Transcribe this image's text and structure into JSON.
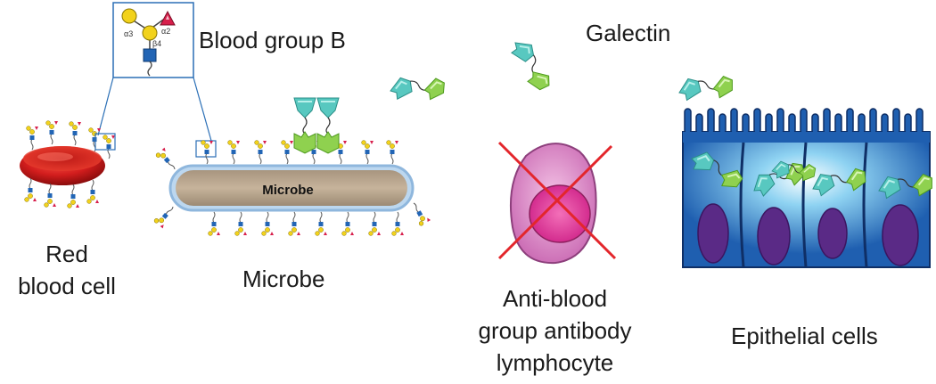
{
  "labels": {
    "blood_group": "Blood group B",
    "galectin": "Galectin",
    "rbc_line1": "Red",
    "rbc_line2": "blood cell",
    "microbe": "Microbe",
    "microbe_inner": "Microbe",
    "lymph_line1": "Anti-blood",
    "lymph_line2": "group antibody",
    "lymph_line3": "lymphocyte",
    "epithelial": "Epithelial cells"
  },
  "glycan_linkages": {
    "alpha3": "α3",
    "alpha2": "α2",
    "beta4": "β4"
  },
  "colors": {
    "rbc": "#d62020",
    "microbe_fill": "#b9a48c",
    "microbe_border": "#8fb7dd",
    "galectin_green": "#8fd14f",
    "galectin_teal": "#58c8c0",
    "lymphocyte": "#d984c4",
    "lymph_nucleus": "#e43c9e",
    "cross": "#e3262b",
    "epithelium_blue": "#1f5fb0",
    "nucleus_purple": "#5a2a86",
    "glycan_yellow": "#f2d21b",
    "glycan_blue": "#2265b5",
    "glycan_red": "#d71f4b"
  }
}
